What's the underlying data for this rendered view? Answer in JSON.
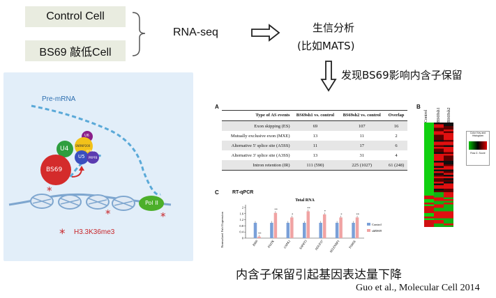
{
  "inputs": {
    "control": "Control Cell",
    "knockdown": "BS69 敲低Cell"
  },
  "pipeline": {
    "method": "RNA-seq",
    "analysis": "生信分析",
    "tool": "(比如MATS)",
    "finding": "发现BS69影响内含子保留"
  },
  "schematic": {
    "pre_mrna": "Pre-mRNA",
    "u6": "U6",
    "u4": "U4",
    "u5": "U5",
    "snrnp200": "SNRNP200",
    "eftud2": "EFTUD2",
    "prpf8": "PRPF8",
    "bs69": "BS69",
    "pol": "Pol II",
    "mark_legend": "H3.3K36me3",
    "colors": {
      "bs69": "#d42b2b",
      "u4": "#2e9e3f",
      "u5": "#3a4fbf",
      "u6": "#8a1f8a",
      "snrnp": "#f2c21a",
      "pol": "#4caf2a",
      "nucleosome": "#7ea6cf"
    }
  },
  "panelA": {
    "letter": "A",
    "headers": [
      "Type of AS events",
      "BS69sh1 vs. control",
      "BS69sh2 vs. control",
      "Overlap"
    ],
    "rows": [
      [
        "Exon skipping (ES)",
        "69",
        "107",
        "16"
      ],
      [
        "Mutually exclusive exon (MXE)",
        "13",
        "11",
        "2"
      ],
      [
        "Alternative 5' splice site (A5SS)",
        "11",
        "17",
        "6"
      ],
      [
        "Alternative 3' splice site (A3SS)",
        "13",
        "31",
        "4"
      ],
      [
        "Intron retention (IR)",
        "111 (590)",
        "225 (1027)",
        "61 (248)"
      ]
    ]
  },
  "panelB": {
    "letter": "B",
    "columns": [
      "Control",
      "BS69sh1",
      "BS69sh2"
    ],
    "key_title": "Color Key and Histogram",
    "key_axis": "Row Z- Score"
  },
  "panelC": {
    "letter": "C",
    "heading": "RT-qPCR",
    "chart_data": {
      "type": "bar",
      "title": "Total RNA",
      "ylabel": "Normalized Fold Expression",
      "ylim": [
        0,
        2
      ],
      "yticks": [
        "0",
        "0.4",
        "0.8",
        "1.2",
        "1.6",
        "2"
      ],
      "categories": [
        "BS69",
        "FASTK",
        "GSPK1",
        "SAPRT3",
        "NDUFS7",
        "SELENBP1",
        "TOMSL"
      ],
      "series": [
        {
          "name": "Control",
          "color": "#7aa0d8",
          "values": [
            1.0,
            1.0,
            1.0,
            1.0,
            1.0,
            1.0,
            1.0
          ]
        },
        {
          "name": "shBS69",
          "color": "#f0a3a3",
          "values": [
            0.1,
            1.65,
            1.35,
            1.75,
            1.55,
            1.35,
            1.35
          ]
        }
      ],
      "significance": [
        "**",
        "**",
        "*",
        "**",
        "*",
        "*",
        "**"
      ]
    }
  },
  "conclusion": "内含子保留引起基因表达量下降",
  "citation": "Guo et al., Molecular Cell 2014"
}
